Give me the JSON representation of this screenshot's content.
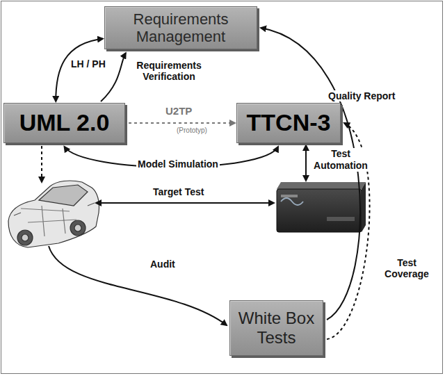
{
  "diagram": {
    "nodes": [
      {
        "text": [
          "Requirements Management"
        ]
      },
      {
        "text": [
          "UML 2.0"
        ]
      },
      {
        "text": [
          "TTCN-3"
        ]
      },
      {
        "text": [
          "White Box Tests"
        ]
      }
    ],
    "edges": [
      {
        "from": 0,
        "to": 1,
        "label": "LH / PH",
        "arrow": "both"
      },
      {
        "from": 1,
        "to": 0,
        "label": "Requirements Verification",
        "arrow": "to"
      },
      {
        "from": 1,
        "to": 2,
        "label": "U2TP",
        "arrow": "to"
      },
      {
        "from": 2,
        "to": 1,
        "label": "Model Simulation",
        "arrow": "both"
      },
      {
        "from": 3,
        "to": 0,
        "label": "Quality Report",
        "arrow": "to"
      },
      {
        "from": 3,
        "to": 2,
        "label": "Test Coverage",
        "arrow": "to"
      }
    ],
    "labels": [
      "(Prototyp)",
      "Test Automation",
      "Target Test",
      "Audit"
    ]
  }
}
